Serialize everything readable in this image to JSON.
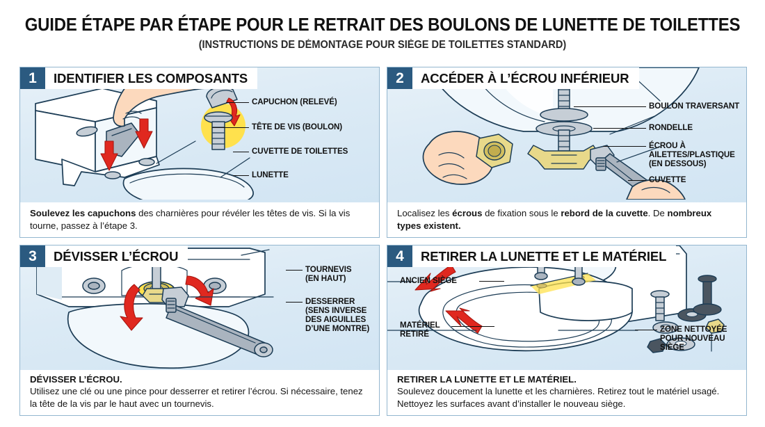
{
  "header": {
    "title": "GUIDE ÉTAPE PAR ÉTAPE POUR LE RETRAIT DES BOULONS DE LUNETTE DE TOILETTES",
    "subtitle": "(INSTRUCTIONS DE DÉMONTAGE POUR SIÈGE DE TOILETTES STANDARD)"
  },
  "colors": {
    "badge_blue": "#2b5a80",
    "panel_border": "#93b6cf",
    "panel_bg_top": "#e7f1f8",
    "panel_bg_bottom": "#d2e5f3",
    "arrow_red": "#e0281f",
    "highlight_yellow": "#ffe14d",
    "brass": "#e8d98a",
    "metal": "#c6ced6"
  },
  "panels": [
    {
      "number": "1",
      "title": "IDENTIFIER LES COMPOSANTS",
      "labels": [
        "CAPUCHON (RELEVÉ)",
        "TÊTE DE VIS (BOULON)",
        "CUVETTE DE TOILETTES",
        "LUNETTE"
      ],
      "caption": {
        "bold_lead": "Soulevez les capuchons",
        "rest": " des charnières pour révéler les têtes de vis. Si la vis tourne, passez à l’étape 3."
      }
    },
    {
      "number": "2",
      "title": "ACCÉDER À L’ÉCROU INFÉRIEUR",
      "labels": [
        "BOULON TRAVERSANT",
        "RONDELLE",
        "ÉCROU À\nAILETTES/PLASTIQUE\n(EN DESSOUS)",
        "CUVETTE"
      ],
      "caption": {
        "p1": "Localisez les ",
        "b1": "écrous",
        "p2": " de fixation sous le ",
        "b2": "rebord de la cuvette",
        "p3": ". De ",
        "b3": "nombreux types existent."
      }
    },
    {
      "number": "3",
      "title": "DÉVISSER L’ÉCROU",
      "labels": [
        "TOURNEVIS\n(EN HAUT)",
        "DESSERRER\n(SENS INVERSE\nDES AIGUILLES\nD’UNE MONTRE)"
      ],
      "caption": {
        "bold_lead": "DÉVISSER L’ÉCROU.",
        "rest": "Utilisez une clé ou une pince pour desserrer et retirer l’écrou. Si nécessaire,  tenez la tête de la vis par le haut avec un tournevis."
      }
    },
    {
      "number": "4",
      "title": "RETIRER LA LUNETTE ET LE MATÉRIEL",
      "labels": [
        "ANCIEN SIÈGE",
        "MATÉRIEL\nRETIRÉ",
        "ZONE NETTOYÉE\nPOUR NOUVEAU\nSIÈGE"
      ],
      "caption": {
        "bold_lead": "RETIRER LA LUNETTE ET LE MATÉRIEL.",
        "rest": "Soulevez doucement la lunette et les charnières. Retirez tout le matériel usagé. Nettoyez les surfaces avant d’installer le nouveau siège."
      }
    }
  ]
}
